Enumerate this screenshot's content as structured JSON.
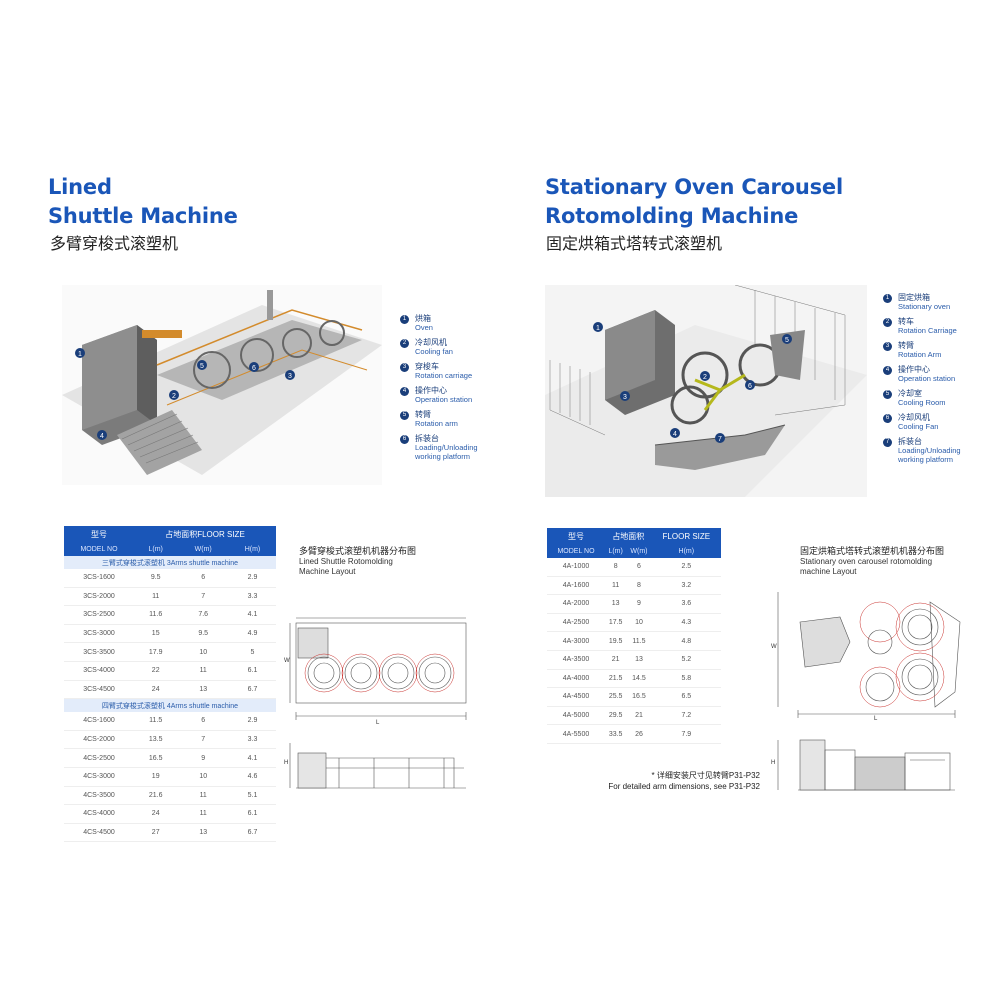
{
  "left": {
    "title_line1": "Lined",
    "title_line2": "Shuttle Machine",
    "title_cn": "多臂穿梭式滚塑机",
    "legend": [
      {
        "num": "1",
        "cn": "烘箱",
        "en": "Oven"
      },
      {
        "num": "2",
        "cn": "冷却风机",
        "en": "Cooling fan"
      },
      {
        "num": "3",
        "cn": "穿梭车",
        "en": "Rotation carriage"
      },
      {
        "num": "4",
        "cn": "操作中心",
        "en": "Operation station"
      },
      {
        "num": "5",
        "cn": "转臂",
        "en": "Rotation arm"
      },
      {
        "num": "6",
        "cn": "拆装台",
        "en": "Loading/Unloading working platform"
      }
    ],
    "table": {
      "h_model_cn": "型号",
      "h_floor": "占地面积FLOOR SIZE",
      "h_model_en": "MODEL NO",
      "h_l": "L(m)",
      "h_w": "W(m)",
      "h_h": "H(m)",
      "group1": "三臂式穿梭式滚塑机 3Arms shuttle machine",
      "rows1": [
        [
          "3CS-1600",
          "9.5",
          "6",
          "2.9"
        ],
        [
          "3CS-2000",
          "11",
          "7",
          "3.3"
        ],
        [
          "3CS-2500",
          "11.6",
          "7.6",
          "4.1"
        ],
        [
          "3CS-3000",
          "15",
          "9.5",
          "4.9"
        ],
        [
          "3CS-3500",
          "17.9",
          "10",
          "5"
        ],
        [
          "3CS-4000",
          "22",
          "11",
          "6.1"
        ],
        [
          "3CS-4500",
          "24",
          "13",
          "6.7"
        ]
      ],
      "group2": "四臂式穿梭式滚塑机 4Arms shuttle machine",
      "rows2": [
        [
          "4CS-1600",
          "11.5",
          "6",
          "2.9"
        ],
        [
          "4CS-2000",
          "13.5",
          "7",
          "3.3"
        ],
        [
          "4CS-2500",
          "16.5",
          "9",
          "4.1"
        ],
        [
          "4CS-3000",
          "19",
          "10",
          "4.6"
        ],
        [
          "4CS-3500",
          "21.6",
          "11",
          "5.1"
        ],
        [
          "4CS-4000",
          "24",
          "11",
          "6.1"
        ],
        [
          "4CS-4500",
          "27",
          "13",
          "6.7"
        ]
      ]
    },
    "layout_title_cn": "多臂穿梭式滚塑机机器分布图",
    "layout_title_en1": "Lined Shuttle Rotomolding",
    "layout_title_en2": "Machine Layout",
    "dim_l": "L",
    "dim_w": "W",
    "dim_h": "H"
  },
  "right": {
    "title_line1": "Stationary Oven Carousel",
    "title_line2": "Rotomolding Machine",
    "title_cn": "固定烘箱式塔转式滚塑机",
    "legend": [
      {
        "num": "1",
        "cn": "固定烘箱",
        "en": "Stationary oven"
      },
      {
        "num": "2",
        "cn": "转车",
        "en": "Rotation Carriage"
      },
      {
        "num": "3",
        "cn": "转臂",
        "en": "Rotation Arm"
      },
      {
        "num": "4",
        "cn": "操作中心",
        "en": "Operation station"
      },
      {
        "num": "5",
        "cn": "冷却室",
        "en": "Cooling Room"
      },
      {
        "num": "6",
        "cn": "冷却风机",
        "en": "Cooling Fan"
      },
      {
        "num": "7",
        "cn": "拆装台",
        "en": "Loading/Unloading working platform"
      }
    ],
    "table": {
      "h_model_cn": "型号",
      "h_floor_cn": "占地面积",
      "h_floor_en": "FLOOR SIZE",
      "h_model_en": "MODEL NO",
      "h_l": "L(m)",
      "h_w": "W(m)",
      "h_h": "H(m)",
      "rows": [
        [
          "4A-1000",
          "8",
          "6",
          "2.5"
        ],
        [
          "4A-1600",
          "11",
          "8",
          "3.2"
        ],
        [
          "4A-2000",
          "13",
          "9",
          "3.6"
        ],
        [
          "4A-2500",
          "17.5",
          "10",
          "4.3"
        ],
        [
          "4A-3000",
          "19.5",
          "11.5",
          "4.8"
        ],
        [
          "4A-3500",
          "21",
          "13",
          "5.2"
        ],
        [
          "4A-4000",
          "21.5",
          "14.5",
          "5.8"
        ],
        [
          "4A-4500",
          "25.5",
          "16.5",
          "6.5"
        ],
        [
          "4A-5000",
          "29.5",
          "21",
          "7.2"
        ],
        [
          "4A-5500",
          "33.5",
          "26",
          "7.9"
        ]
      ]
    },
    "layout_title_cn": "固定烘箱式塔转式滚塑机机器分布图",
    "layout_title_en1": "Stationary oven carousel rotomolding",
    "layout_title_en2": "machine Layout",
    "note_cn": "* 详细安装尺寸见转臂P31-P32",
    "note_en": "For detailed arm dimensions, see P31-P32",
    "dim_l": "L",
    "dim_w": "W",
    "dim_h": "H"
  },
  "colors": {
    "accent": "#1a56b8",
    "header_bg": "#1a56b8",
    "group_bg": "#e3ecfa"
  },
  "icons": [
    "numbered-marker-icon"
  ]
}
